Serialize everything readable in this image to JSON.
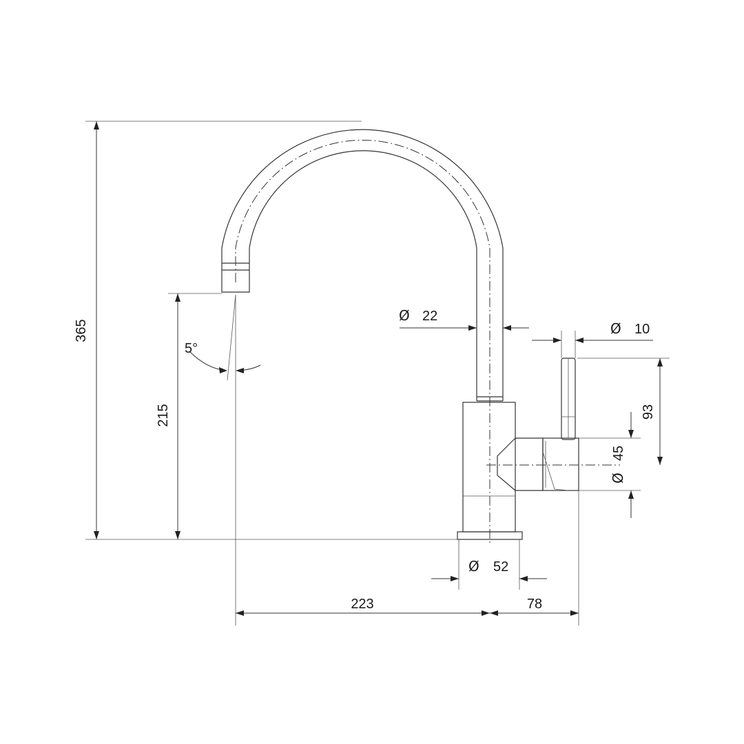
{
  "dimensions": {
    "total_height": "365",
    "spout_height": "215",
    "spout_angle": "5°",
    "spout_diameter": "22",
    "handle_diameter": "10",
    "handle_height": "93",
    "handle_body_diameter": "45",
    "base_diameter": "52",
    "spout_reach": "223",
    "handle_reach": "78",
    "diameter_symbol": "Ø"
  },
  "colors": {
    "line": "#333333",
    "background": "#ffffff"
  }
}
